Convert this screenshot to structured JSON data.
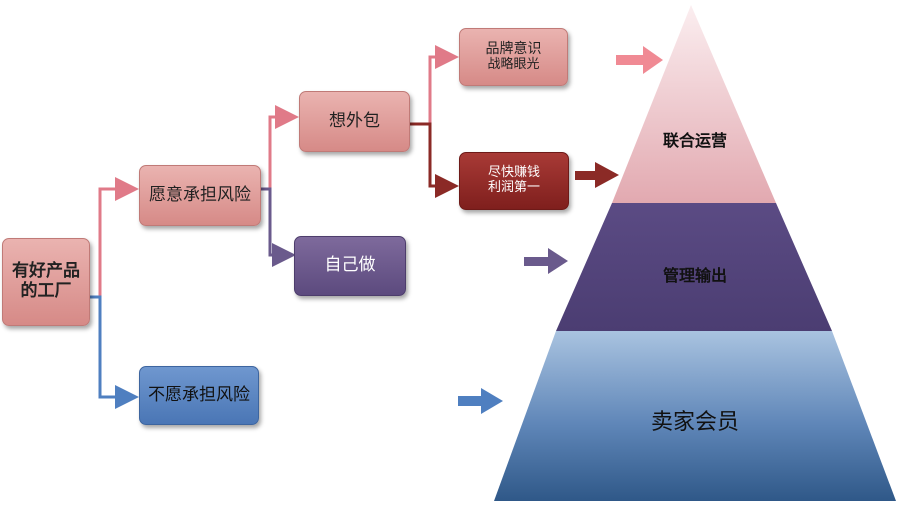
{
  "tree": {
    "root": "有好产品的工厂",
    "willing_risk": "愿意承担风险",
    "unwilling_risk": "不愿承担风险",
    "outsource": "想外包",
    "self_do": "自己做",
    "brand": {
      "line1": "品牌意识",
      "line2": "战略眼光"
    },
    "quick_money": {
      "line1": "尽快赚钱",
      "line2": "利润第一"
    }
  },
  "pyramid": {
    "top": "联合运营",
    "middle": "管理输出",
    "bottom": "卖家会员"
  },
  "colors": {
    "pink": "#e07a88",
    "purple": "#6a5a8c",
    "dark_red": "#8b2a26",
    "blue": "#4f7fc0"
  }
}
